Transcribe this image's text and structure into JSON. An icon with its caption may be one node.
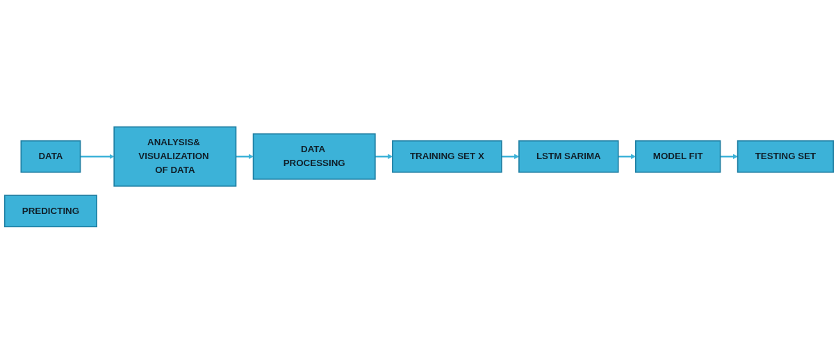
{
  "diagram": {
    "nodes": [
      {
        "text": [
          "DATA"
        ]
      },
      {
        "text": [
          "ANALYSIS& VISUALIZATION OF DATA"
        ]
      },
      {
        "text": [
          "DATA PROCESSING"
        ]
      },
      {
        "text": [
          "TRAINING SET X"
        ]
      },
      {
        "text": [
          "LSTM SARIMA"
        ]
      },
      {
        "text": [
          "MODEL FIT"
        ]
      },
      {
        "text": [
          "TESTING SET"
        ]
      },
      {
        "text": [
          "PREDICTING"
        ]
      }
    ],
    "edges": [
      {
        "from": 0,
        "to": 1,
        "arrow": "to"
      },
      {
        "from": 1,
        "to": 2,
        "arrow": "to"
      },
      {
        "from": 2,
        "to": 3,
        "arrow": "to"
      },
      {
        "from": 3,
        "to": 4,
        "arrow": "to"
      },
      {
        "from": 4,
        "to": 5,
        "arrow": "to"
      },
      {
        "from": 5,
        "to": 6,
        "arrow": "to"
      }
    ]
  }
}
